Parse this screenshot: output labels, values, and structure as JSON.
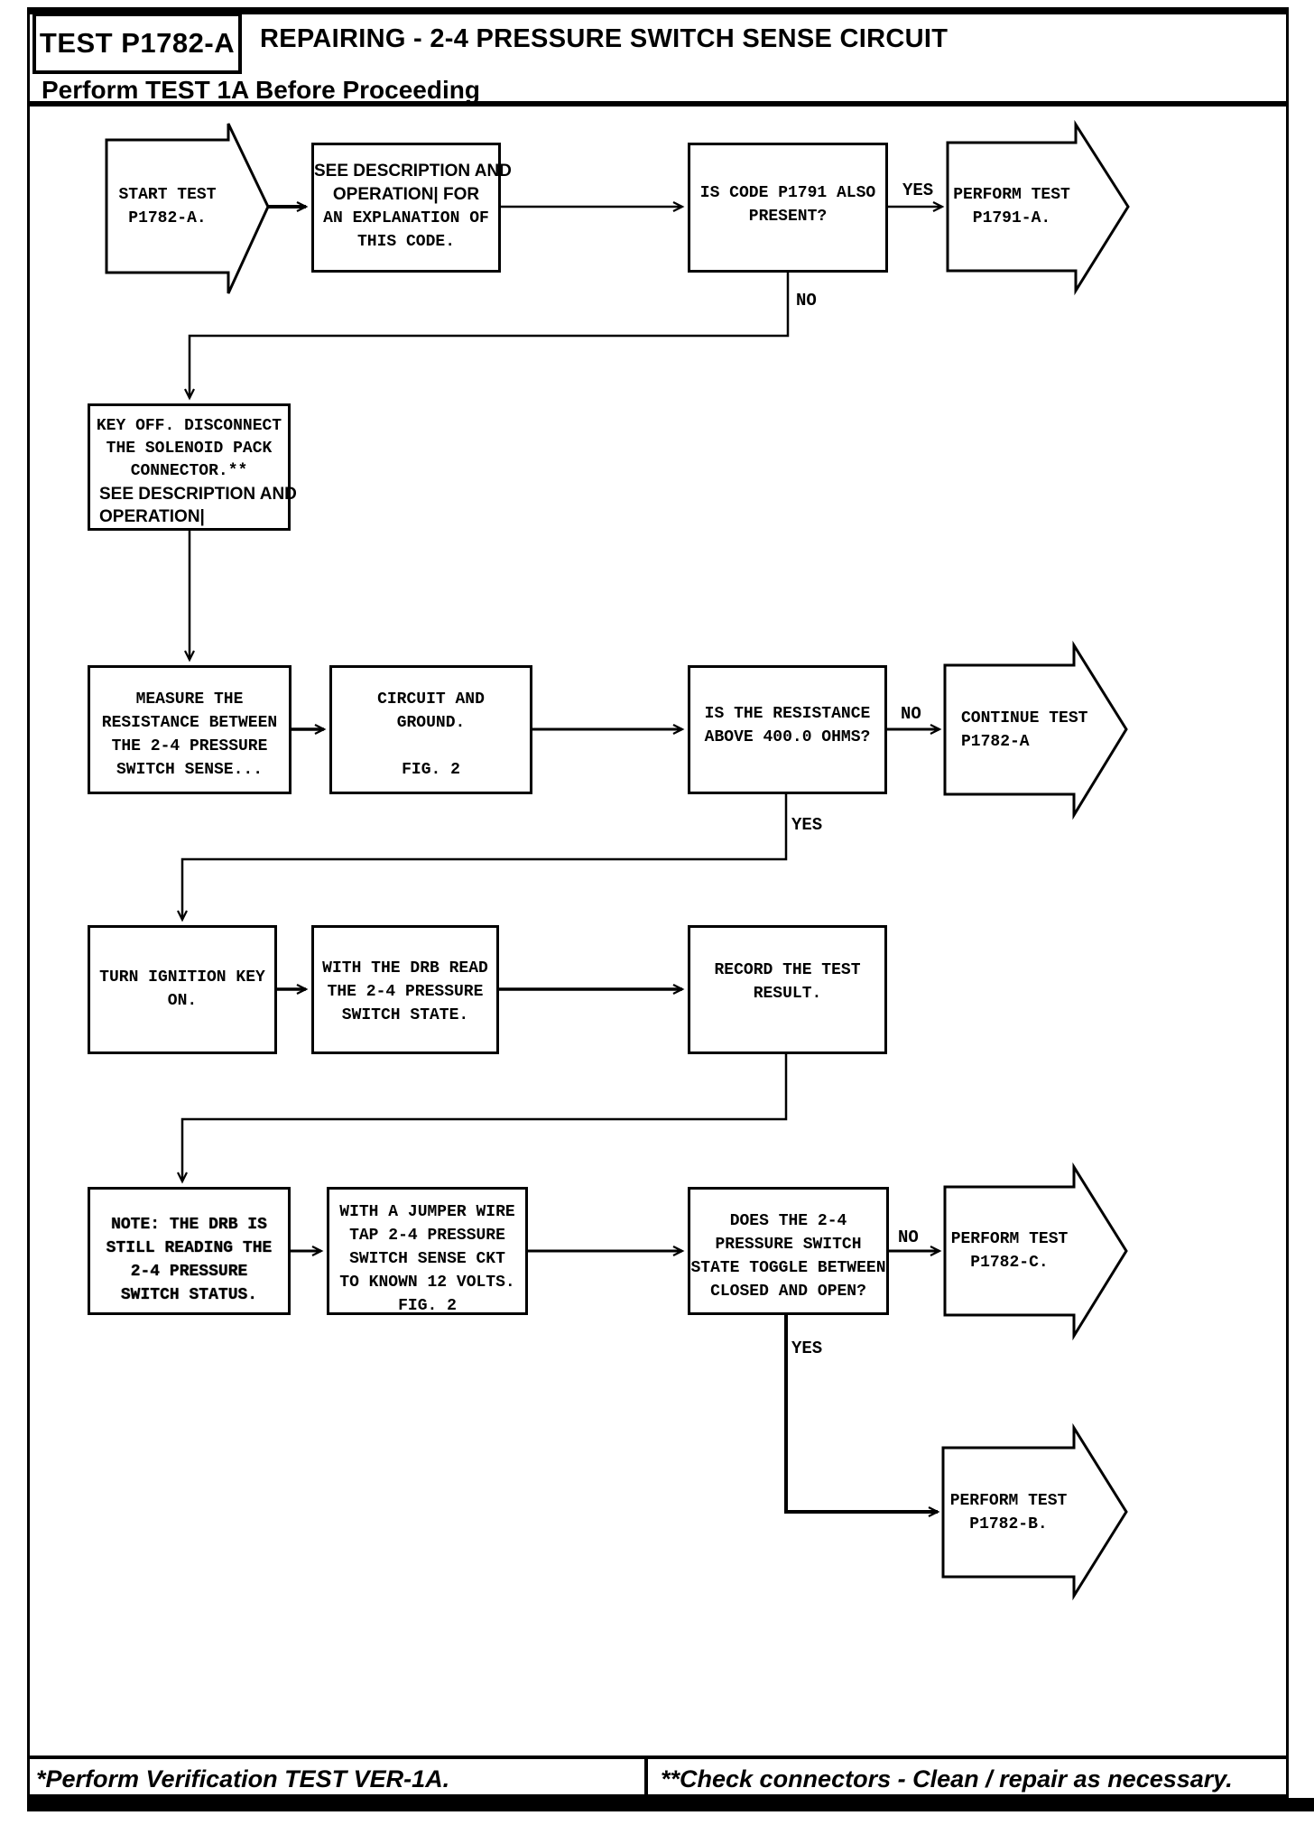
{
  "header": {
    "test_id": "TEST P1782-A",
    "title": "REPAIRING - 2-4 PRESSURE SWITCH SENSE CIRCUIT",
    "subtitle": "Perform TEST 1A Before Proceeding"
  },
  "flowchart": {
    "start_arrow": "START TEST\nP1782-A.",
    "see_description": {
      "bold": "SEE DESCRIPTION AND\nOPERATION| FOR",
      "mono": "AN EXPLANATION OF\nTHIS CODE."
    },
    "code_present": "IS CODE P1791 ALSO\nPRESENT?",
    "perform_p1791": "PERFORM TEST\nP1791-A.",
    "key_off": {
      "mono": "KEY OFF. DISCONNECT\nTHE SOLENOID PACK\nCONNECTOR.**",
      "bold": "SEE DESCRIPTION AND\nOPERATION|"
    },
    "measure": "MEASURE THE\nRESISTANCE BETWEEN\nTHE 2-4 PRESSURE\nSWITCH SENSE...",
    "circuit": "CIRCUIT AND\nGROUND.\n\nFIG. 2",
    "resistance": "IS THE RESISTANCE\nABOVE 400.0 OHMS?",
    "continue_test": "CONTINUE TEST\nP1782-A",
    "ignition": "TURN IGNITION KEY\nON.",
    "drb_read": "WITH THE DRB READ\nTHE 2-4 PRESSURE\nSWITCH STATE.",
    "record": "RECORD THE TEST\nRESULT.",
    "note": "NOTE: THE DRB IS\nSTILL READING THE\n2-4 PRESSURE\nSWITCH STATUS.",
    "jumper": "WITH A JUMPER WIRE\nTAP 2-4 PRESSURE\nSWITCH SENSE CKT\nTO KNOWN 12 VOLTS.\nFIG. 2",
    "toggle": "DOES THE 2-4\nPRESSURE SWITCH\nSTATE TOGGLE BETWEEN\nCLOSED AND OPEN?",
    "perform_c": "PERFORM TEST\nP1782-C.",
    "perform_b": "PERFORM TEST\nP1782-B."
  },
  "labels": {
    "row1_yes": "YES",
    "row1_no": "NO",
    "row3_no": "NO",
    "row3_yes": "YES",
    "row5_no": "NO",
    "row5_yes": "YES"
  },
  "footer": {
    "left": "*Perform Verification TEST VER-1A.",
    "right": "**Check connectors - Clean / repair as necessary."
  },
  "colors": {
    "ink": "#000000",
    "paper": "#ffffff"
  }
}
